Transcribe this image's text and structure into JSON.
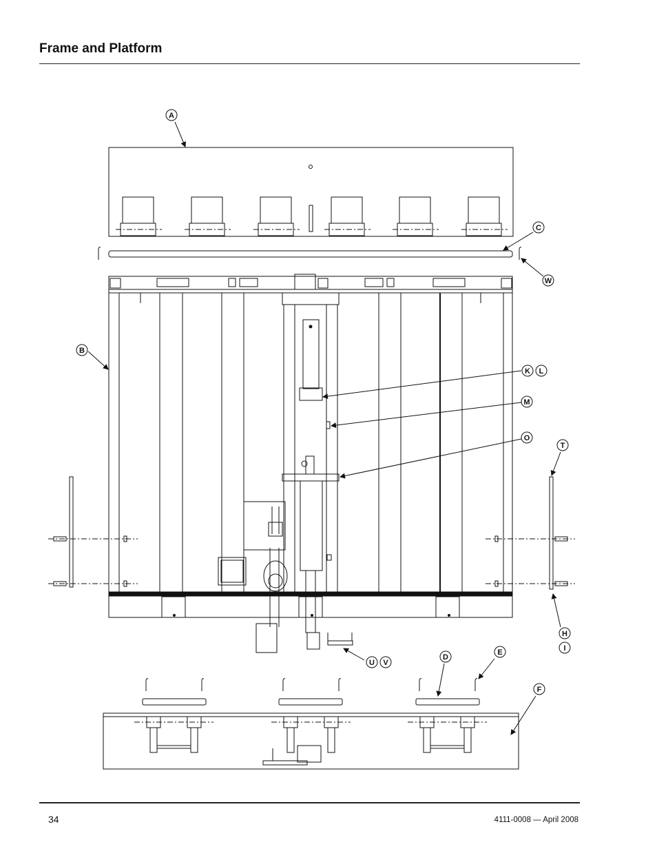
{
  "header": {
    "title": "Frame and Platform"
  },
  "footer": {
    "page_number": "34",
    "doc_ref": "4111-0008 — April 2008"
  },
  "callouts": [
    "A",
    "B",
    "C",
    "W",
    "K",
    "L",
    "M",
    "O",
    "T",
    "H",
    "I",
    "U",
    "V",
    "D",
    "E",
    "F"
  ]
}
